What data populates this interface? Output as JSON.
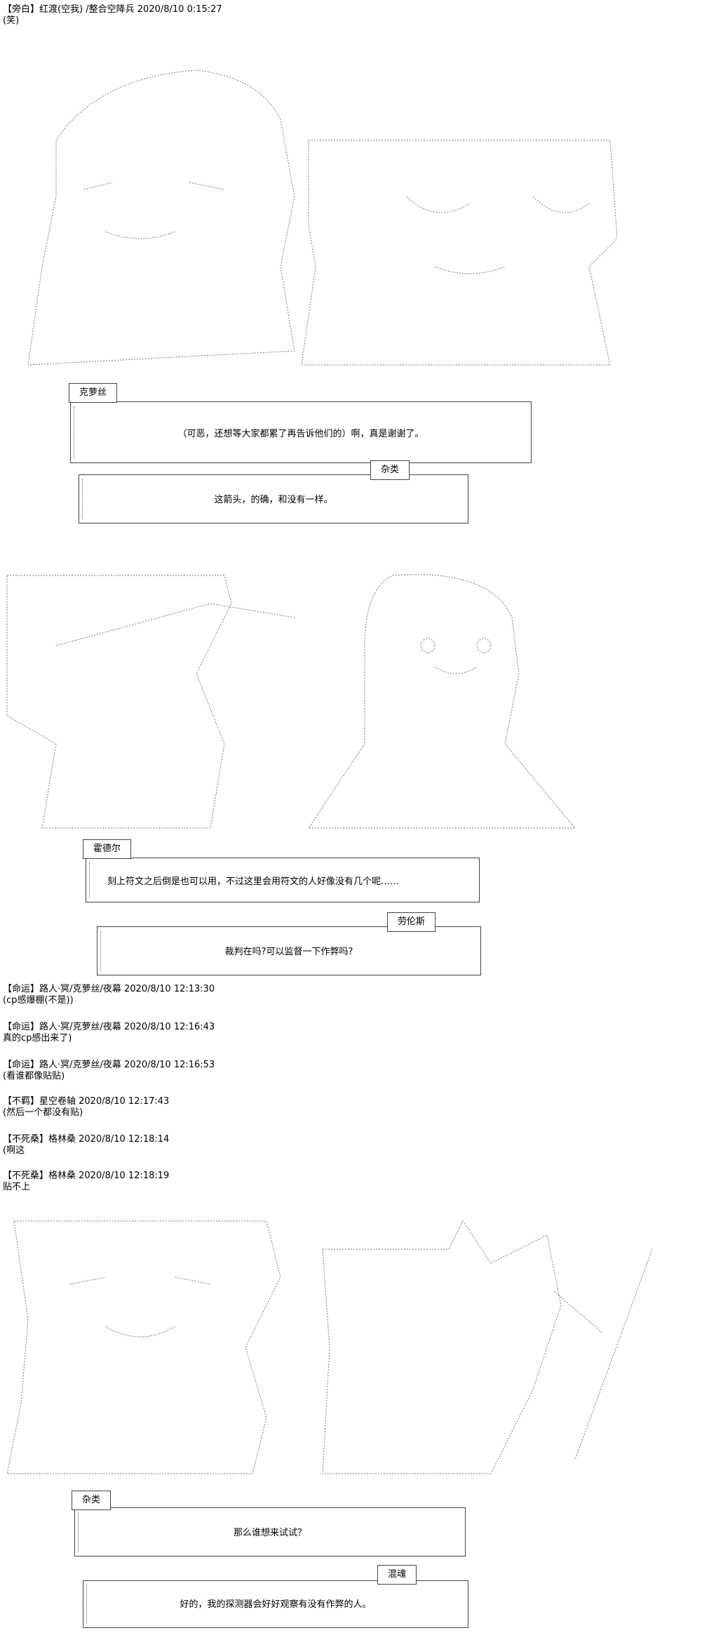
{
  "post1": {
    "header": "【旁白】红渡(空我) /整合空降兵 2020/8/10 0:15:27",
    "body": "(笑)"
  },
  "panel1": {
    "tag1": "克萝丝",
    "line1": "（可恶，还想等大家都累了再告诉他们的）啊，真是谢谢了。",
    "tag2": "杂类",
    "line2": "这箭头，的确，和没有一样。"
  },
  "panel2": {
    "tag1": "霍德尔",
    "line1": "刻上符文之后倒是也可以用，不过这里会用符文的人好像没有几个呢……",
    "tag2": "劳伦斯",
    "line2": "裁判在吗?可以监督一下作弊吗?"
  },
  "comments": [
    {
      "header": "【命运】路人·冥/克萝丝/夜幕 2020/8/10 12:13:30",
      "body": "(cp感爆棚(不是))"
    },
    {
      "header": "【命运】路人·冥/克萝丝/夜幕 2020/8/10 12:16:43",
      "body": "真的cp感出来了)"
    },
    {
      "header": "【命运】路人·冥/克萝丝/夜幕 2020/8/10 12:16:53",
      "body": "(看谁都像贴贴)"
    },
    {
      "header": "【不羁】星空卷轴 2020/8/10 12:17:43",
      "body": "(然后一个都没有贴)"
    },
    {
      "header": "【不死桑】格林桑 2020/8/10 12:18:14",
      "body": "(啊这"
    },
    {
      "header": "【不死桑】格林桑 2020/8/10 12:18:19",
      "body": "贴不上"
    }
  ],
  "panel3": {
    "tag1": "杂类",
    "line1": "那么谁想来试试？",
    "tag2": "混魂",
    "line2": "好的，我的探测器会好好观察有没有作弊的人。"
  }
}
